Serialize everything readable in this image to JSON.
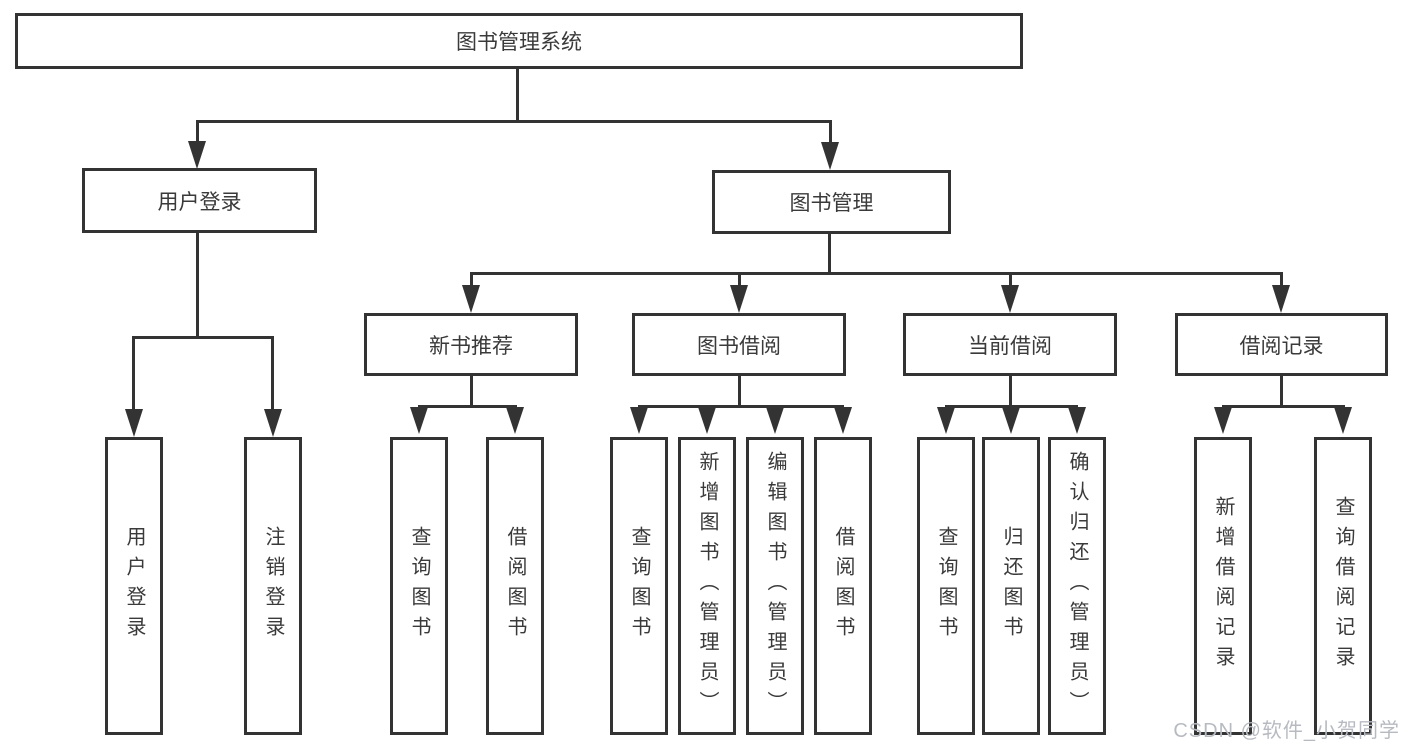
{
  "diagram": {
    "nodes": {
      "root": "图书管理系统",
      "user_login": "用户登录",
      "book_mgmt": "图书管理",
      "login_sub": "用户登录",
      "logout_sub": "注销登录",
      "new_book_rec": "新书推荐",
      "book_borrow": "图书借阅",
      "current_borrow": "当前借阅",
      "borrow_records": "借阅记录",
      "nbr_query_books": "查询图书",
      "nbr_borrow_books": "借阅图书",
      "bb_query_books": "查询图书",
      "bb_add_books": "新增图书（管理员）",
      "bb_edit_books": "编辑图书（管理员）",
      "bb_borrow_books": "借阅图书",
      "cb_query_books": "查询图书",
      "cb_return_books": "归还图书",
      "cb_confirm_return": "确认归还（管理员）",
      "br_add_record": "新增借阅记录",
      "br_query_record": "查询借阅记录"
    },
    "watermark": "CSDN @软件_小贺同学",
    "colors": {
      "line": "#333333",
      "text": "#3a3a3a",
      "watermark": "#b7bbc1",
      "background": "#ffffff"
    }
  }
}
